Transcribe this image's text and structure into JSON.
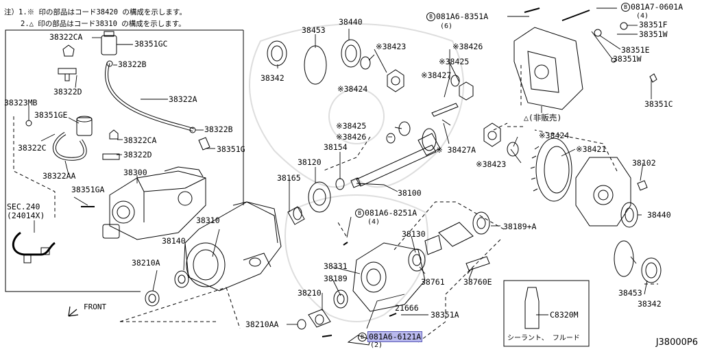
{
  "notes": {
    "line1": "注）1.※ 印の部品はコード38420 の構成を示します。",
    "line2": "2.△ 印の部品はコード38310 の構成を示します。"
  },
  "diagram_code": "J38000P6",
  "front_label": "FRONT",
  "sealant_box": {
    "part": "C8320M",
    "caption": "シーラント、 フルード"
  },
  "bolt_prefix": "B",
  "parts": [
    {
      "id": "38322CA_top",
      "text": "38322CA"
    },
    {
      "id": "38351GC",
      "text": "38351GC"
    },
    {
      "id": "38322B_top",
      "text": "38322B"
    },
    {
      "id": "38322D_top",
      "text": "38322D"
    },
    {
      "id": "38322A",
      "text": "38322A"
    },
    {
      "id": "38323MB",
      "text": "38323MB"
    },
    {
      "id": "38351GE",
      "text": "38351GE"
    },
    {
      "id": "38322C",
      "text": "38322C"
    },
    {
      "id": "38322B_mid",
      "text": "38322B"
    },
    {
      "id": "38322CA_mid",
      "text": "38322CA"
    },
    {
      "id": "38351G",
      "text": "38351G"
    },
    {
      "id": "38322D_mid",
      "text": "38322D"
    },
    {
      "id": "38300",
      "text": "38300"
    },
    {
      "id": "38322AA",
      "text": "38322AA"
    },
    {
      "id": "38351GA",
      "text": "38351GA"
    },
    {
      "id": "sec240",
      "text": "SEC.240"
    },
    {
      "id": "sec240b",
      "text": "(24014X)"
    },
    {
      "id": "38453_top",
      "text": "38453"
    },
    {
      "id": "38440_top",
      "text": "38440"
    },
    {
      "id": "38342_top",
      "text": "38342"
    },
    {
      "id": "38423_a",
      "text": "※38423"
    },
    {
      "id": "38424_a",
      "text": "※38424"
    },
    {
      "id": "38426_a",
      "text": "※38426"
    },
    {
      "id": "38425_a",
      "text": "※38425"
    },
    {
      "id": "38427_a",
      "text": "※38427"
    },
    {
      "id": "38425_b",
      "text": "※38425"
    },
    {
      "id": "38426_b",
      "text": "※38426"
    },
    {
      "id": "38154",
      "text": "38154"
    },
    {
      "id": "38427A",
      "text": "※ 38427A"
    },
    {
      "id": "38424_b",
      "text": "※38424"
    },
    {
      "id": "38423_b",
      "text": "※38423"
    },
    {
      "id": "38421",
      "text": "※38421"
    },
    {
      "id": "38120",
      "text": "38120"
    },
    {
      "id": "38165",
      "text": "38165"
    },
    {
      "id": "38100",
      "text": "38100"
    },
    {
      "id": "38102",
      "text": "38102"
    },
    {
      "id": "38440_bot",
      "text": "38440"
    },
    {
      "id": "38310",
      "text": "38310"
    },
    {
      "id": "38140",
      "text": "38140"
    },
    {
      "id": "38210A",
      "text": "38210A"
    },
    {
      "id": "38130",
      "text": "38130"
    },
    {
      "id": "38189A",
      "text": "38189+A"
    },
    {
      "id": "38331",
      "text": "38331"
    },
    {
      "id": "38189",
      "text": "38189"
    },
    {
      "id": "38761",
      "text": "38761"
    },
    {
      "id": "38760E",
      "text": "38760E"
    },
    {
      "id": "38210",
      "text": "38210"
    },
    {
      "id": "21666",
      "text": "21666"
    },
    {
      "id": "38351A",
      "text": "38351A"
    },
    {
      "id": "38210AA",
      "text": "38210AA"
    },
    {
      "id": "38453_bot",
      "text": "38453"
    },
    {
      "id": "38342_bot",
      "text": "38342"
    },
    {
      "id": "38351F",
      "text": "38351F"
    },
    {
      "id": "38351W_a",
      "text": "38351W"
    },
    {
      "id": "38351E",
      "text": "38351E"
    },
    {
      "id": "38351W_b",
      "text": "38351W"
    },
    {
      "id": "38351C",
      "text": "38351C"
    },
    {
      "id": "hibaihin",
      "text": "△(非販売)"
    }
  ],
  "bolts": [
    {
      "id": "b8351A",
      "text": "081A6-8351A",
      "qty": "(6)"
    },
    {
      "id": "b0601A",
      "text": "081A7-0601A",
      "qty": "(4)"
    },
    {
      "id": "b8251A",
      "text": "081A6-8251A",
      "qty": "(4)"
    },
    {
      "id": "b6121A",
      "text": "081A6-6121A",
      "qty": "(2)"
    }
  ]
}
